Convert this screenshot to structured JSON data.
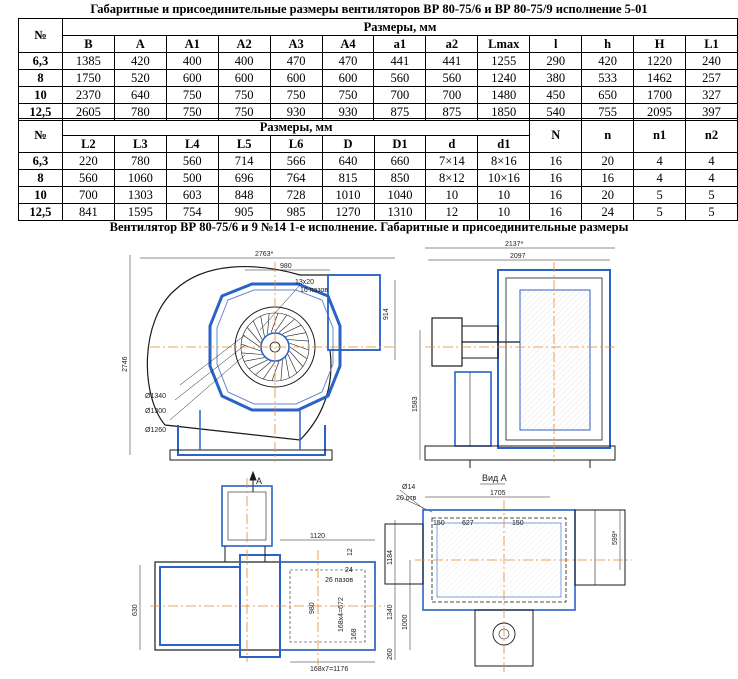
{
  "title_top": "Габаритные и присоединительные размеры вентиляторов ВР 80-75/6 и ВР 80-75/9 исполнение 5-01",
  "title_bottom": "Вентилятор ВР 80-75/6 и 9 №14 1-е исполнение. Габаритные и присоединительные размеры",
  "table1": {
    "no_label": "№",
    "group_label": "Размеры, мм",
    "columns": [
      "B",
      "A",
      "A1",
      "A2",
      "A3",
      "A4",
      "a1",
      "a2",
      "Lmax",
      "l",
      "h",
      "H",
      "L1"
    ],
    "rows": [
      [
        "6,3",
        "1385",
        "420",
        "400",
        "400",
        "470",
        "470",
        "441",
        "441",
        "1255",
        "290",
        "420",
        "1220",
        "240"
      ],
      [
        "8",
        "1750",
        "520",
        "600",
        "600",
        "600",
        "600",
        "560",
        "560",
        "1240",
        "380",
        "533",
        "1462",
        "257"
      ],
      [
        "10",
        "2370",
        "640",
        "750",
        "750",
        "750",
        "750",
        "700",
        "700",
        "1480",
        "450",
        "650",
        "1700",
        "327"
      ],
      [
        "12,5",
        "2605",
        "780",
        "750",
        "750",
        "930",
        "930",
        "875",
        "875",
        "1850",
        "540",
        "755",
        "2095",
        "397"
      ]
    ]
  },
  "table2": {
    "no_label": "№",
    "group_label": "Размеры, мм",
    "columns": [
      "L2",
      "L3",
      "L4",
      "L5",
      "L6",
      "D",
      "D1",
      "d",
      "d1"
    ],
    "extra_columns": [
      "N",
      "n",
      "n1",
      "n2"
    ],
    "rows": [
      [
        "6,3",
        "220",
        "780",
        "560",
        "714",
        "566",
        "640",
        "660",
        "7×14",
        "8×16",
        "16",
        "20",
        "4",
        "4"
      ],
      [
        "8",
        "560",
        "1060",
        "500",
        "696",
        "764",
        "815",
        "850",
        "8×12",
        "10×16",
        "16",
        "16",
        "4",
        "4"
      ],
      [
        "10",
        "700",
        "1303",
        "603",
        "848",
        "728",
        "1010",
        "1040",
        "10",
        "10",
        "16",
        "20",
        "5",
        "5"
      ],
      [
        "12,5",
        "841",
        "1595",
        "754",
        "905",
        "985",
        "1270",
        "1310",
        "12",
        "10",
        "16",
        "24",
        "5",
        "5"
      ]
    ]
  },
  "drawing": {
    "front_labels": {
      "dim_top": "2763*",
      "dim_980": "980",
      "dim_13x20": "13x20",
      "dim_16pazov": "16 пазов",
      "dim_914": "914",
      "dim_height": "2746",
      "d1340": "Ø1340",
      "d1300": "Ø1300",
      "d1260": "Ø1260"
    },
    "side_labels": {
      "dim_2137": "2137*",
      "dim_2097": "2097",
      "dim_1583": "1583"
    },
    "plan_labels": {
      "arrow_a": "A",
      "dim_1120": "1120",
      "dim_12": "12",
      "dim_24": "24",
      "dim_26pazov": "26 пазов",
      "dim_168x4": "168x4=672",
      "dim_980": "980",
      "dim_630": "630",
      "dim_168": "168",
      "dim_168x7": "168x7=1176"
    },
    "view_a_labels": {
      "title": "Вид А",
      "d14": "Ø14",
      "holes20": "20 отв",
      "dim_1705": "1705",
      "dim_150a": "150",
      "dim_627": "627",
      "dim_150b": "150",
      "dim_599": "599*",
      "dim_1184": "1184",
      "dim_1340": "1340",
      "dim_1000": "1000",
      "dim_260": "260"
    }
  }
}
